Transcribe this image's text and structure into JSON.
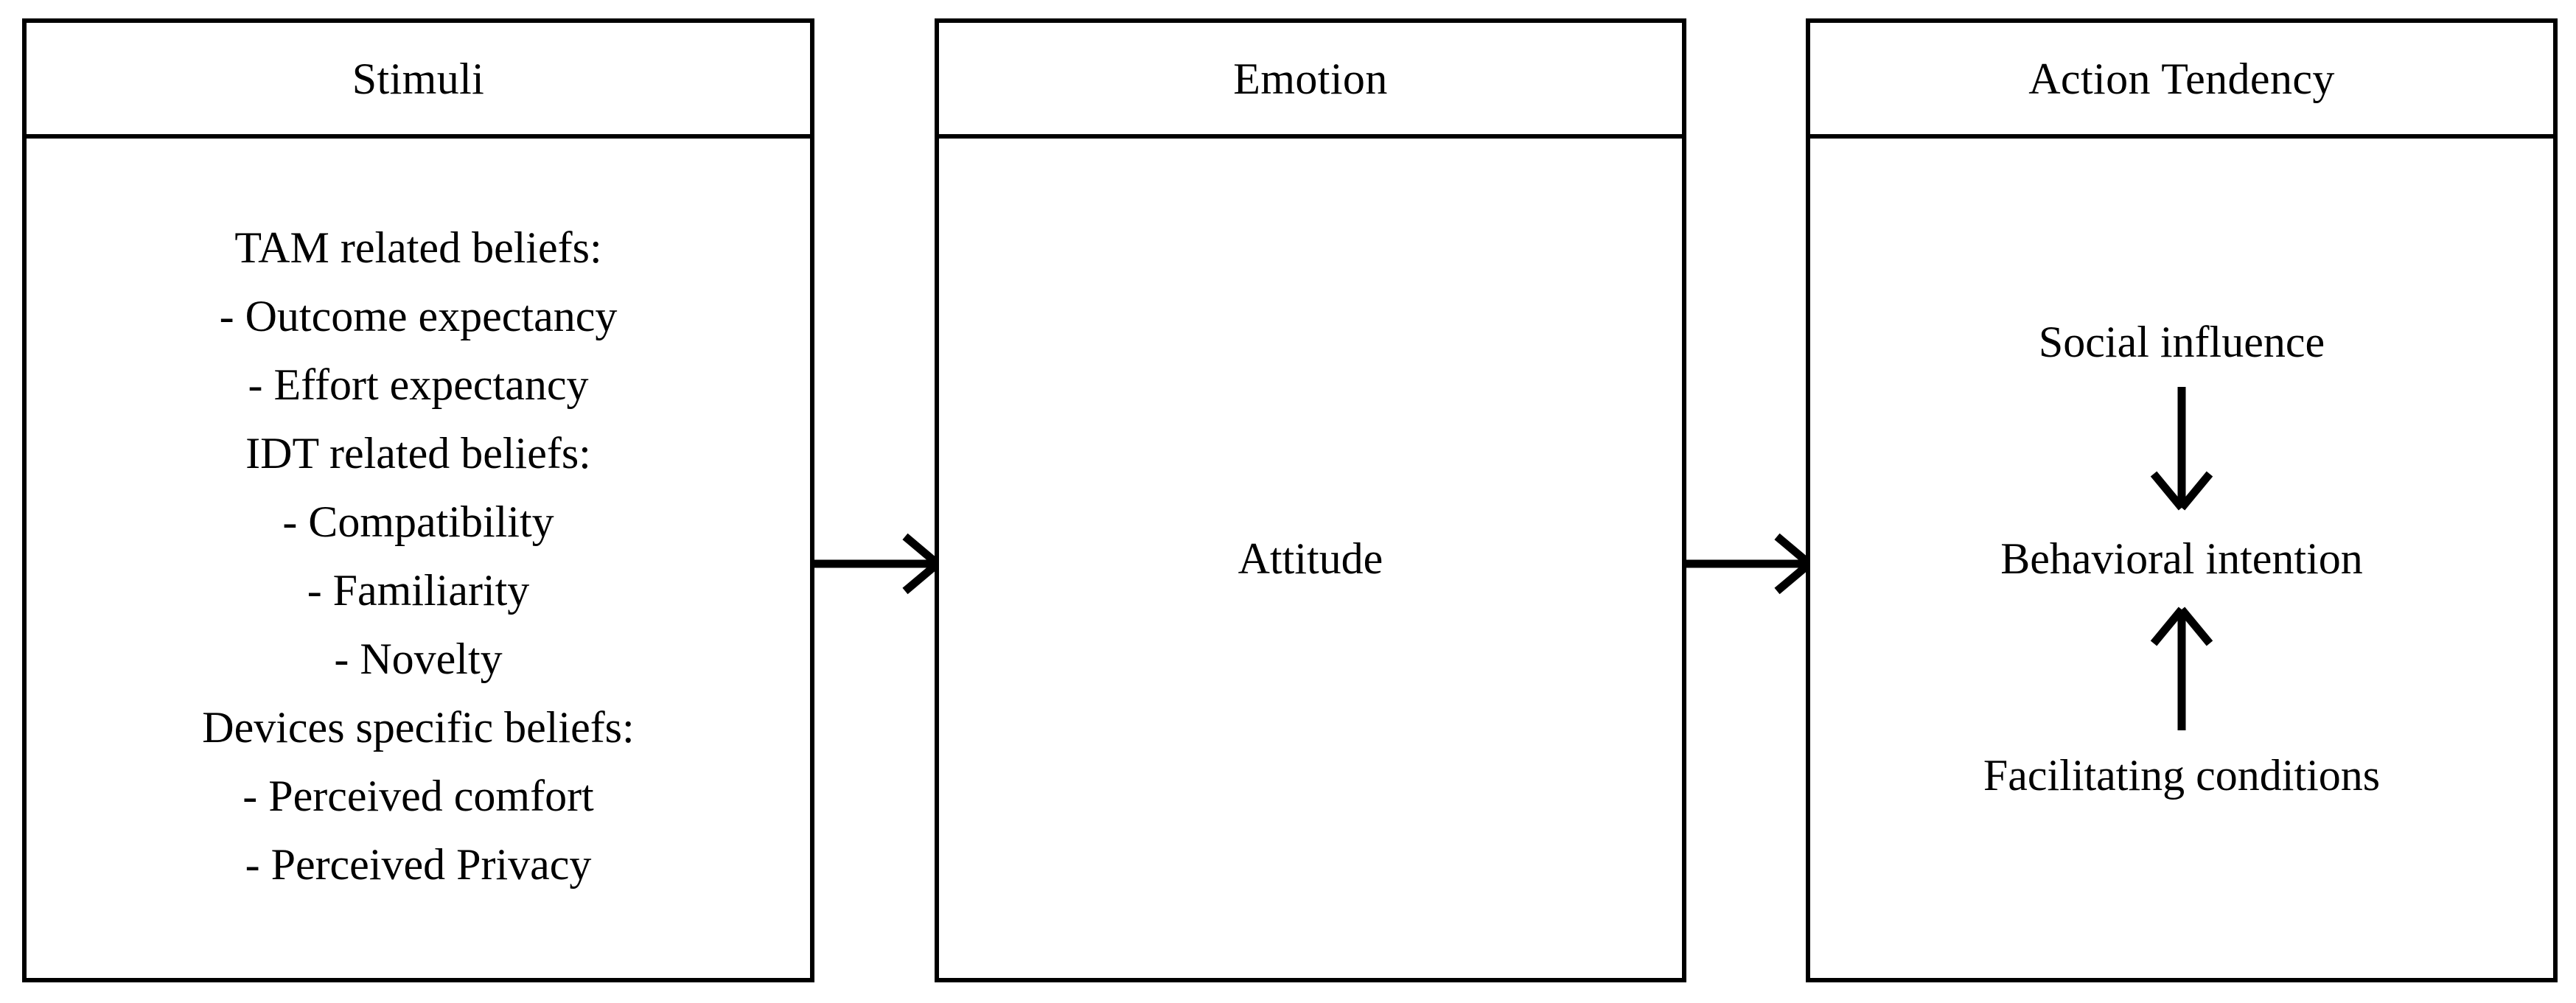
{
  "diagram": {
    "type": "conceptual-flow",
    "background": "#ffffff",
    "stroke_color": "#000000",
    "panels": [
      {
        "id": "stimuli",
        "title": "Stimuli",
        "lines": [
          "TAM related beliefs:",
          "- Outcome expectancy",
          "- Effort expectancy",
          "IDT related beliefs:",
          "- Compatibility",
          "- Familiarity",
          "- Novelty",
          "Devices specific beliefs:",
          "- Perceived comfort",
          "- Perceived Privacy"
        ]
      },
      {
        "id": "emotion",
        "title": "Emotion",
        "lines": [
          "Attitude"
        ]
      },
      {
        "id": "action-tendency",
        "title": "Action Tendency",
        "lines": [
          "Social influence",
          "Behavioral intention",
          "Facilitating conditions"
        ]
      }
    ],
    "connectors": [
      {
        "id": "stimuli-to-emotion",
        "from": "stimuli",
        "to": "emotion",
        "direction": "right"
      },
      {
        "id": "emotion-to-action-tendency",
        "from": "emotion",
        "to": "action-tendency",
        "direction": "right"
      }
    ],
    "inner_arrows": [
      {
        "id": "social-influence-to-behavioral-intention",
        "from": "Social influence",
        "to": "Behavioral intention",
        "direction": "down"
      },
      {
        "id": "facilitating-conditions-to-behavioral-intention",
        "from": "Facilitating conditions",
        "to": "Behavioral intention",
        "direction": "up"
      }
    ]
  }
}
